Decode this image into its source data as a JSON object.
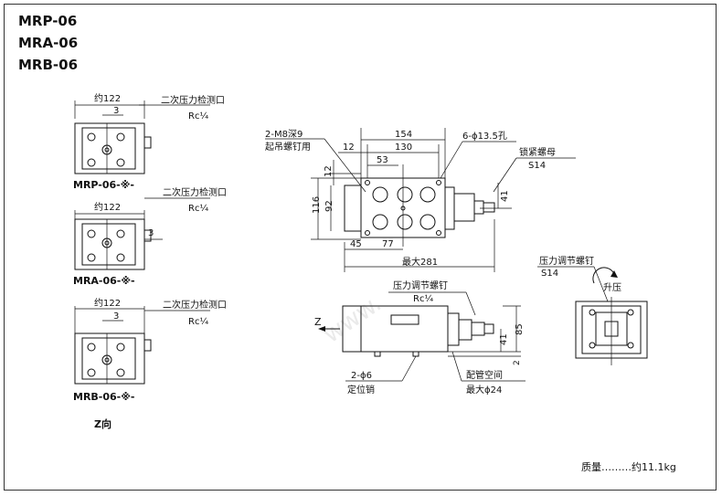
{
  "titles": [
    "MRP-06",
    "MRA-06",
    "MRB-06"
  ],
  "left": {
    "width_dim": "约122",
    "offset_dim": "3",
    "port_label": "二次压力检测口",
    "port_thread": "Rc¼",
    "models": [
      "MRP-06-※-",
      "MRA-06-※-",
      "MRB-06-※-"
    ],
    "view_label": "Z向"
  },
  "main": {
    "tap_label": "2-M8深9",
    "tap_note": "起吊螺钉用",
    "dim_154": "154",
    "dim_130": "130",
    "dim_12": "12",
    "dim_53": "53",
    "dim_12v": "12",
    "dim_92": "92",
    "dim_116": "116",
    "dim_45": "45",
    "dim_77": "77",
    "dim_41": "41",
    "max_len": "最大281",
    "hole_label": "6-ϕ13.5孔",
    "locknut_label": "锁紧螺母",
    "locknut_size": "S14"
  },
  "side": {
    "screw_label": "压力调节螺钉",
    "screw_thread": "Rc¼",
    "z_label": "Z",
    "dim_85": "85",
    "dim_41": "41",
    "dim_2": "2",
    "pin_label": "2-ϕ6",
    "pin_note": "定位销",
    "pipe_label": "配管空间",
    "pipe_max": "最大ϕ24"
  },
  "right": {
    "screw_label": "压力调节螺钉",
    "screw_size": "S14",
    "raise_label": "升压"
  },
  "weight": "质量………约11.1kg"
}
